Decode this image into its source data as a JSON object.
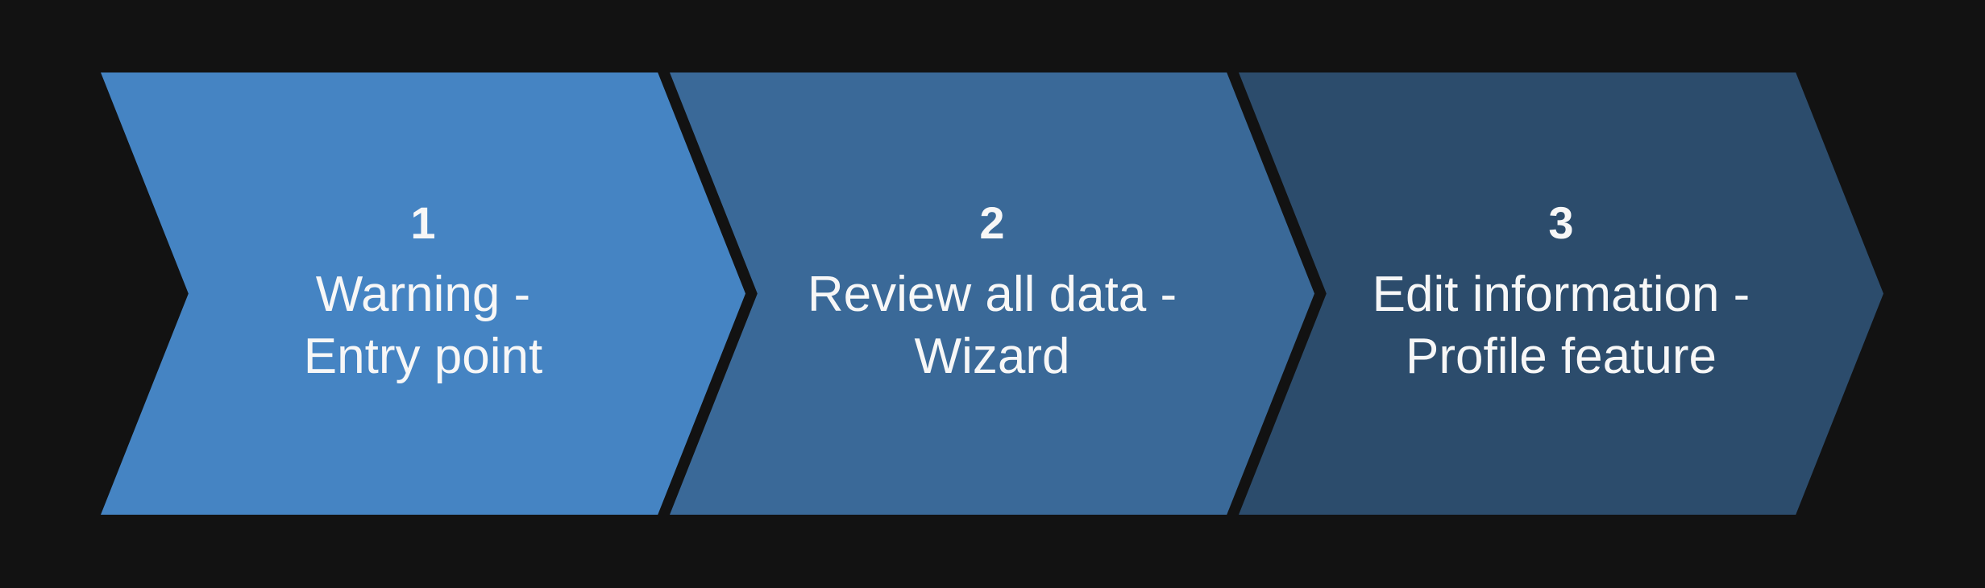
{
  "canvas": {
    "background_color": "#121212",
    "text_color": "#F7F7F7"
  },
  "process": {
    "type": "chevron-process-flow",
    "steps": [
      {
        "number": "1",
        "title_line1": "Warning -",
        "title_line2": "Entry point",
        "fill": "#4584C3"
      },
      {
        "number": "2",
        "title_line1": "Review all data -",
        "title_line2": "Wizard",
        "fill": "#3A6998"
      },
      {
        "number": "3",
        "title_line1": "Edit information -",
        "title_line2": "Profile feature",
        "fill": "#2C4C6C"
      }
    ]
  }
}
